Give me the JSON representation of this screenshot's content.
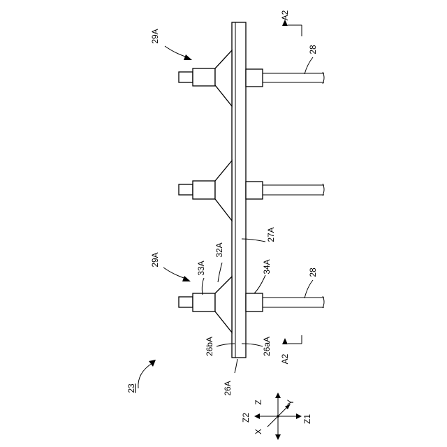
{
  "figure": {
    "labels": {
      "l29A_top": "29A",
      "l28_top": "28",
      "l29A_bottom": "29A",
      "l33A": "33A",
      "l32A": "32A",
      "l27A": "27A",
      "l34A": "34A",
      "l28_bottom": "28",
      "l26bA": "26bA",
      "l26aA": "26aA",
      "l26A": "26A",
      "l23": "23"
    },
    "section_markers": {
      "top": "A2",
      "bottom": "A2"
    },
    "axes": {
      "z": "Z",
      "y": "Y",
      "z2": "Z2",
      "z1": "Z1",
      "x": "X"
    }
  }
}
